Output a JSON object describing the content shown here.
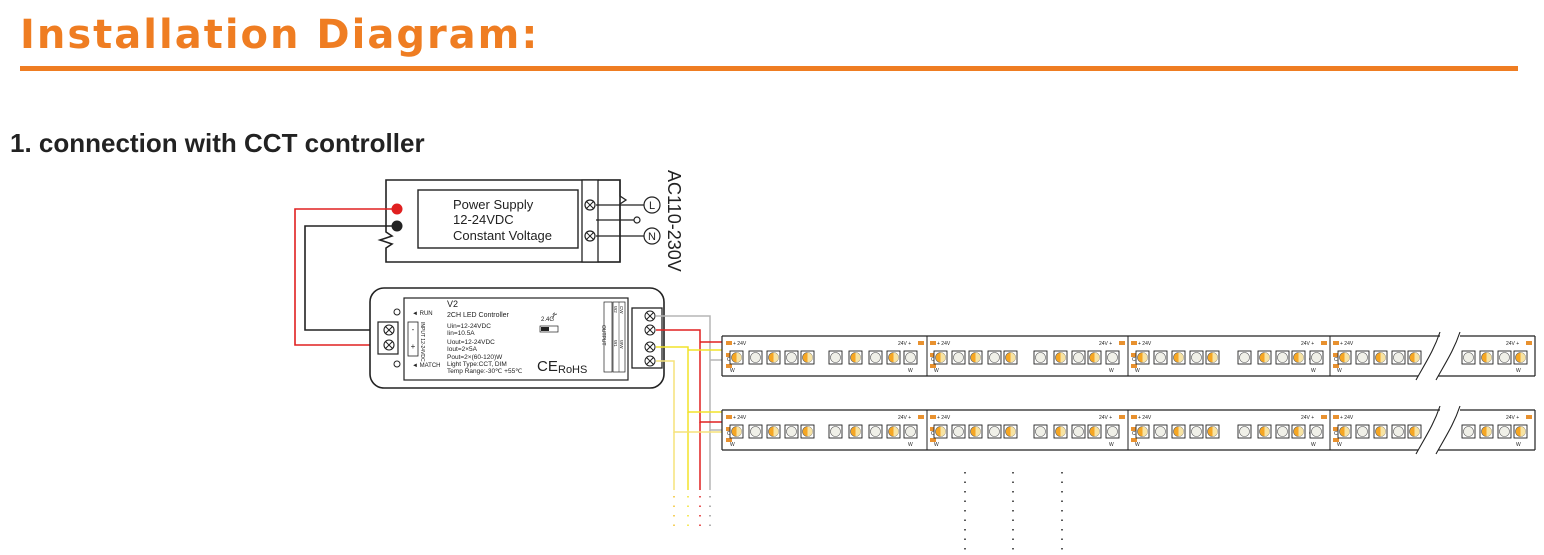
{
  "heading": "Installation Diagram:",
  "section_title": "1. connection with CCT controller",
  "power_supply": {
    "lines": [
      "Power Supply",
      "12-24VDC",
      "Constant Voltage"
    ],
    "ac_label": "AC110-230V",
    "live": "L",
    "neutral": "N"
  },
  "controller": {
    "model": "V2",
    "name": "2CH LED Controller",
    "specs": [
      "Uin=12-24VDC",
      "Iin=10.5A",
      "Uout=12-24VDC",
      "Iout=2×5A",
      "Pout=2×(60-120)W",
      "Light Type:CCT, DIM",
      "Temp Range:-30℃ +55℃"
    ],
    "run": "RUN",
    "match": "MATCH",
    "input": "INPUT 12-24VDC",
    "output": "OUTPUT",
    "freq": "2.4G",
    "ce": "CE",
    "rohs": "RoHS",
    "out_labels": [
      "W2",
      "CW",
      "W1",
      "WW"
    ],
    "in_plus": "+",
    "in_minus": "-"
  },
  "strip": {
    "v_top": "+ 24V",
    "v_end": "24V +",
    "c": "C",
    "w": "W"
  },
  "colors": {
    "accent": "#ef7d22",
    "red_wire": "#e02020",
    "black_wire": "#222222",
    "yellow_wire": "#f2e32a",
    "gray_wire": "#b5b5b5",
    "led_warm": "#f5a623",
    "led_cool": "#f0f0e8",
    "pad": "#e8912f"
  }
}
